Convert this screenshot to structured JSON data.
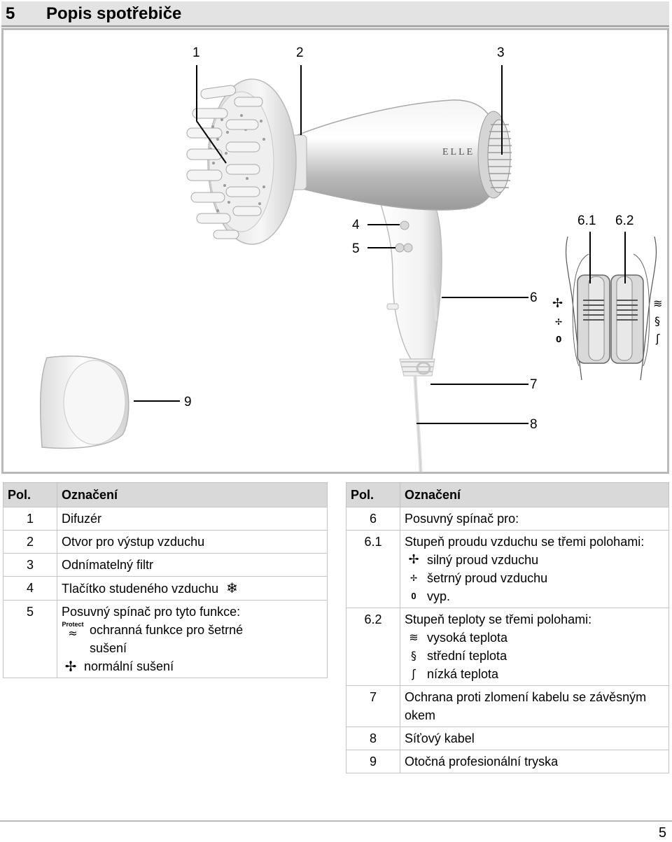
{
  "section": {
    "number": "5",
    "title": "Popis spotřebiče"
  },
  "callouts": {
    "c1": "1",
    "c2": "2",
    "c3": "3",
    "c4": "4",
    "c5": "5",
    "c6": "6",
    "c61": "6.1",
    "c62": "6.2",
    "c7": "7",
    "c8": "8",
    "c9": "9"
  },
  "figure": {
    "brand": "ELLE"
  },
  "table_left": {
    "headers": [
      "Pol.",
      "Označení"
    ],
    "rows": [
      {
        "pos": "1",
        "text": "Difuzér"
      },
      {
        "pos": "2",
        "text": "Otvor pro výstup vzduchu"
      },
      {
        "pos": "3",
        "text": "Odnímatelný filtr"
      },
      {
        "pos": "4",
        "text": "Tlačítko studeného vzduchu",
        "icon": "snowflake-icon"
      },
      {
        "pos": "5",
        "text": "Posuvný spínač pro tyto funkce:",
        "subitems": [
          {
            "icon": "protect-icon",
            "icon_label": "Protect",
            "text": "ochranná funkce pro šetrné sušení"
          },
          {
            "icon": "fan-strong-icon",
            "text": "normální sušení"
          }
        ]
      }
    ]
  },
  "table_right": {
    "headers": [
      "Pol.",
      "Označení"
    ],
    "rows": [
      {
        "pos": "6",
        "text": "Posuvný spínač pro:"
      },
      {
        "pos": "6.1",
        "text": "Stupeň proudu vzduchu se třemi polohami:",
        "subitems": [
          {
            "icon": "fan-strong-icon",
            "text": "silný proud vzduchu"
          },
          {
            "icon": "fan-weak-icon",
            "text": "šetrný proud vzduchu"
          },
          {
            "icon": "off-icon",
            "text": "vyp."
          }
        ]
      },
      {
        "pos": "6.2",
        "text": "Stupeň teploty se třemi polohami:",
        "subitems": [
          {
            "icon": "heat-high-icon",
            "text": "vysoká teplota"
          },
          {
            "icon": "heat-medium-icon",
            "text": "střední teplota"
          },
          {
            "icon": "heat-low-icon",
            "text": "nízká teplota"
          }
        ]
      },
      {
        "pos": "7",
        "text": "Ochrana proti zlomení kabelu se závěsným okem"
      },
      {
        "pos": "8",
        "text": "Síťový kabel"
      },
      {
        "pos": "9",
        "text": "Otočná profesionální tryska"
      }
    ]
  },
  "page_number": "5"
}
